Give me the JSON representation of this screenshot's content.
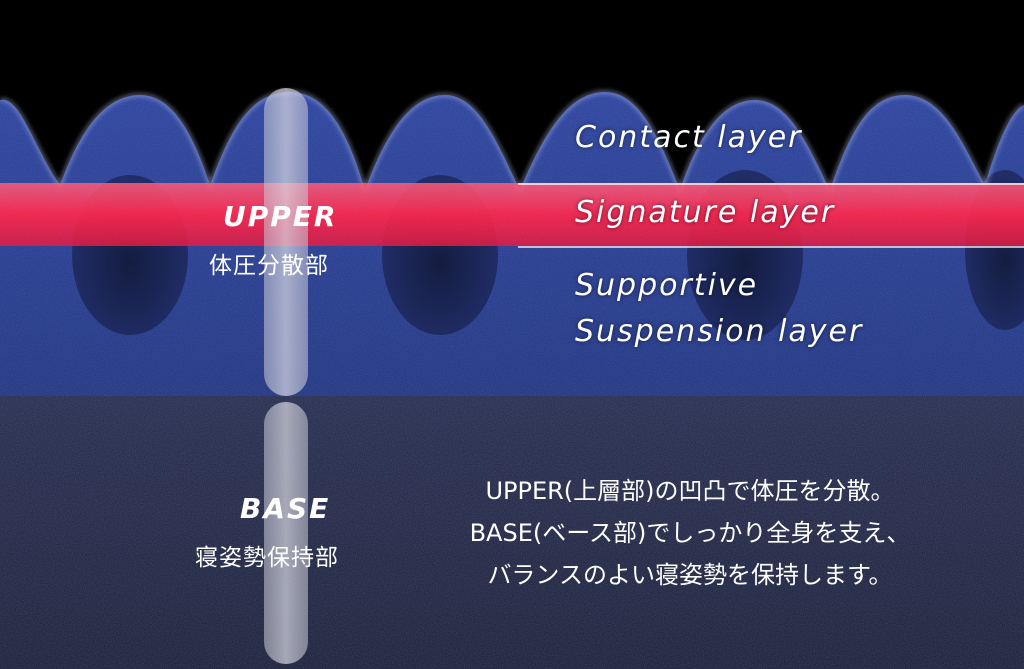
{
  "layers": {
    "contact": "Contact layer",
    "signature": "Signature layer",
    "supportive_line1": "Supportive",
    "supportive_line2": "Suspension layer"
  },
  "upper": {
    "title": "UPPER",
    "subtitle": "体圧分散部"
  },
  "base": {
    "title": "BASE",
    "subtitle": "寝姿勢保持部"
  },
  "description": {
    "line1": "UPPER(上層部)の凹凸で体圧を分散。",
    "line2": "BASE(ベース部)でしっかり全身を支え、",
    "line3": "バランスのよい寝姿勢を保持します。"
  },
  "colors": {
    "background": "#000000",
    "foam_upper": "#2a3f8f",
    "foam_base": "#252c4c",
    "signature_band": "#ff2d4f"
  }
}
